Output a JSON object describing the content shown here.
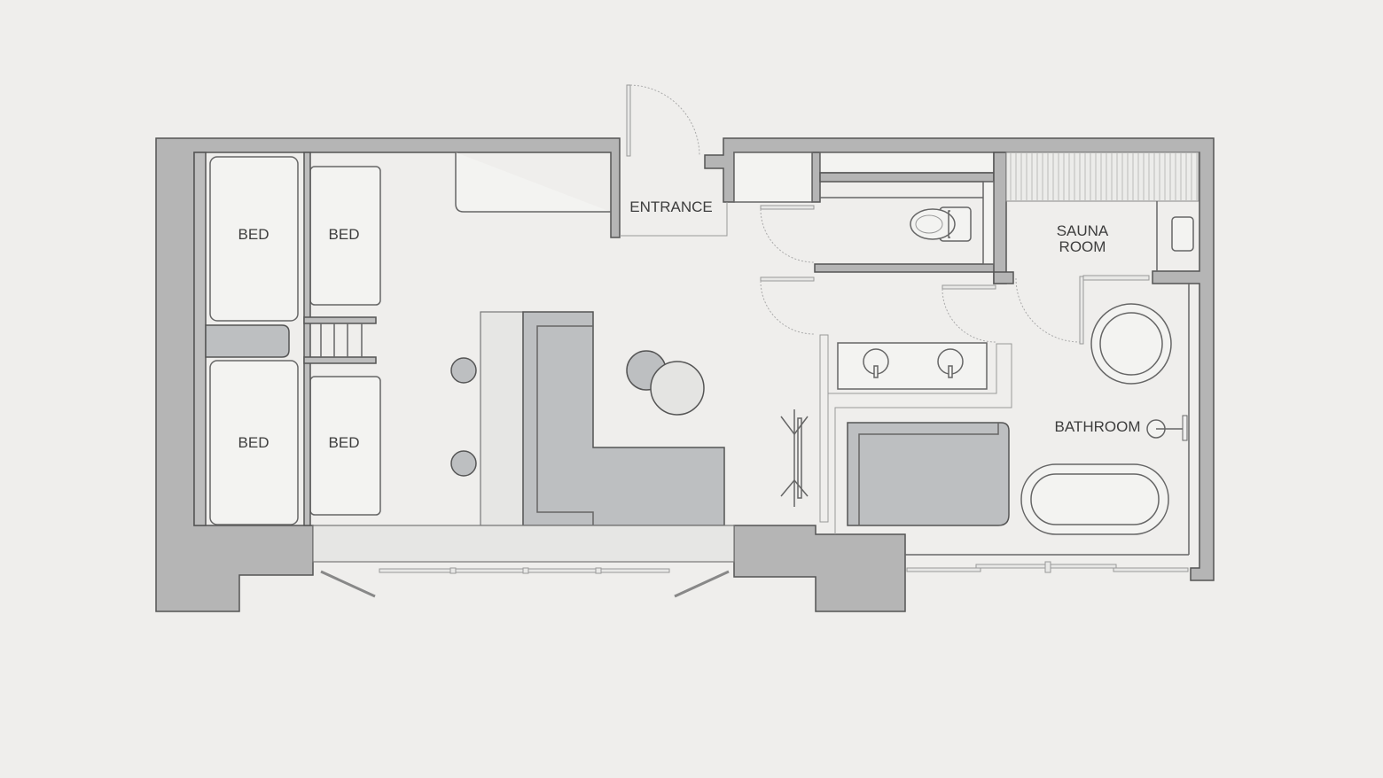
{
  "plan": {
    "rooms": {
      "bed_1": "BED",
      "bed_2": "BED",
      "bed_3": "BED",
      "bed_4": "BED",
      "entrance": "ENTRANCE",
      "sauna_line1": "SAUNA",
      "sauna_line2": "ROOM",
      "bathroom": "BATHROOM"
    }
  },
  "colors": {
    "background": "#efeeec",
    "wall": "#b5b5b5",
    "sofa": "#bdbfc1"
  }
}
